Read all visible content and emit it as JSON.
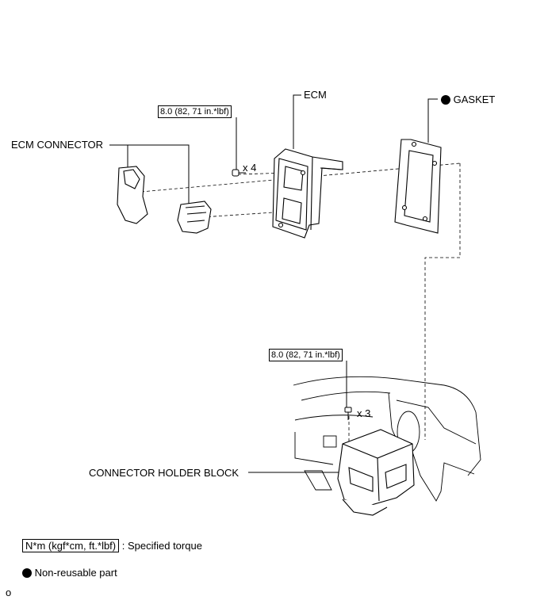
{
  "labels": {
    "ecm": "ECM",
    "gasket": "GASKET",
    "ecm_connector": "ECM CONNECTOR",
    "connector_holder_block": "CONNECTOR HOLDER BLOCK",
    "bolt_qty_ecm": "x 4",
    "bolt_qty_holder": "x 3"
  },
  "torque": {
    "ecm_bolts": "8.0 (82, 71 in.*lbf)",
    "holder_bolts": "8.0 (82, 71 in.*lbf)"
  },
  "legend": {
    "torque_box": "N*m (kgf*cm, ft.*lbf)",
    "torque_text": ": Specified torque",
    "nonreusable_text": "Non-reusable part"
  },
  "footer": {
    "code": "o"
  }
}
